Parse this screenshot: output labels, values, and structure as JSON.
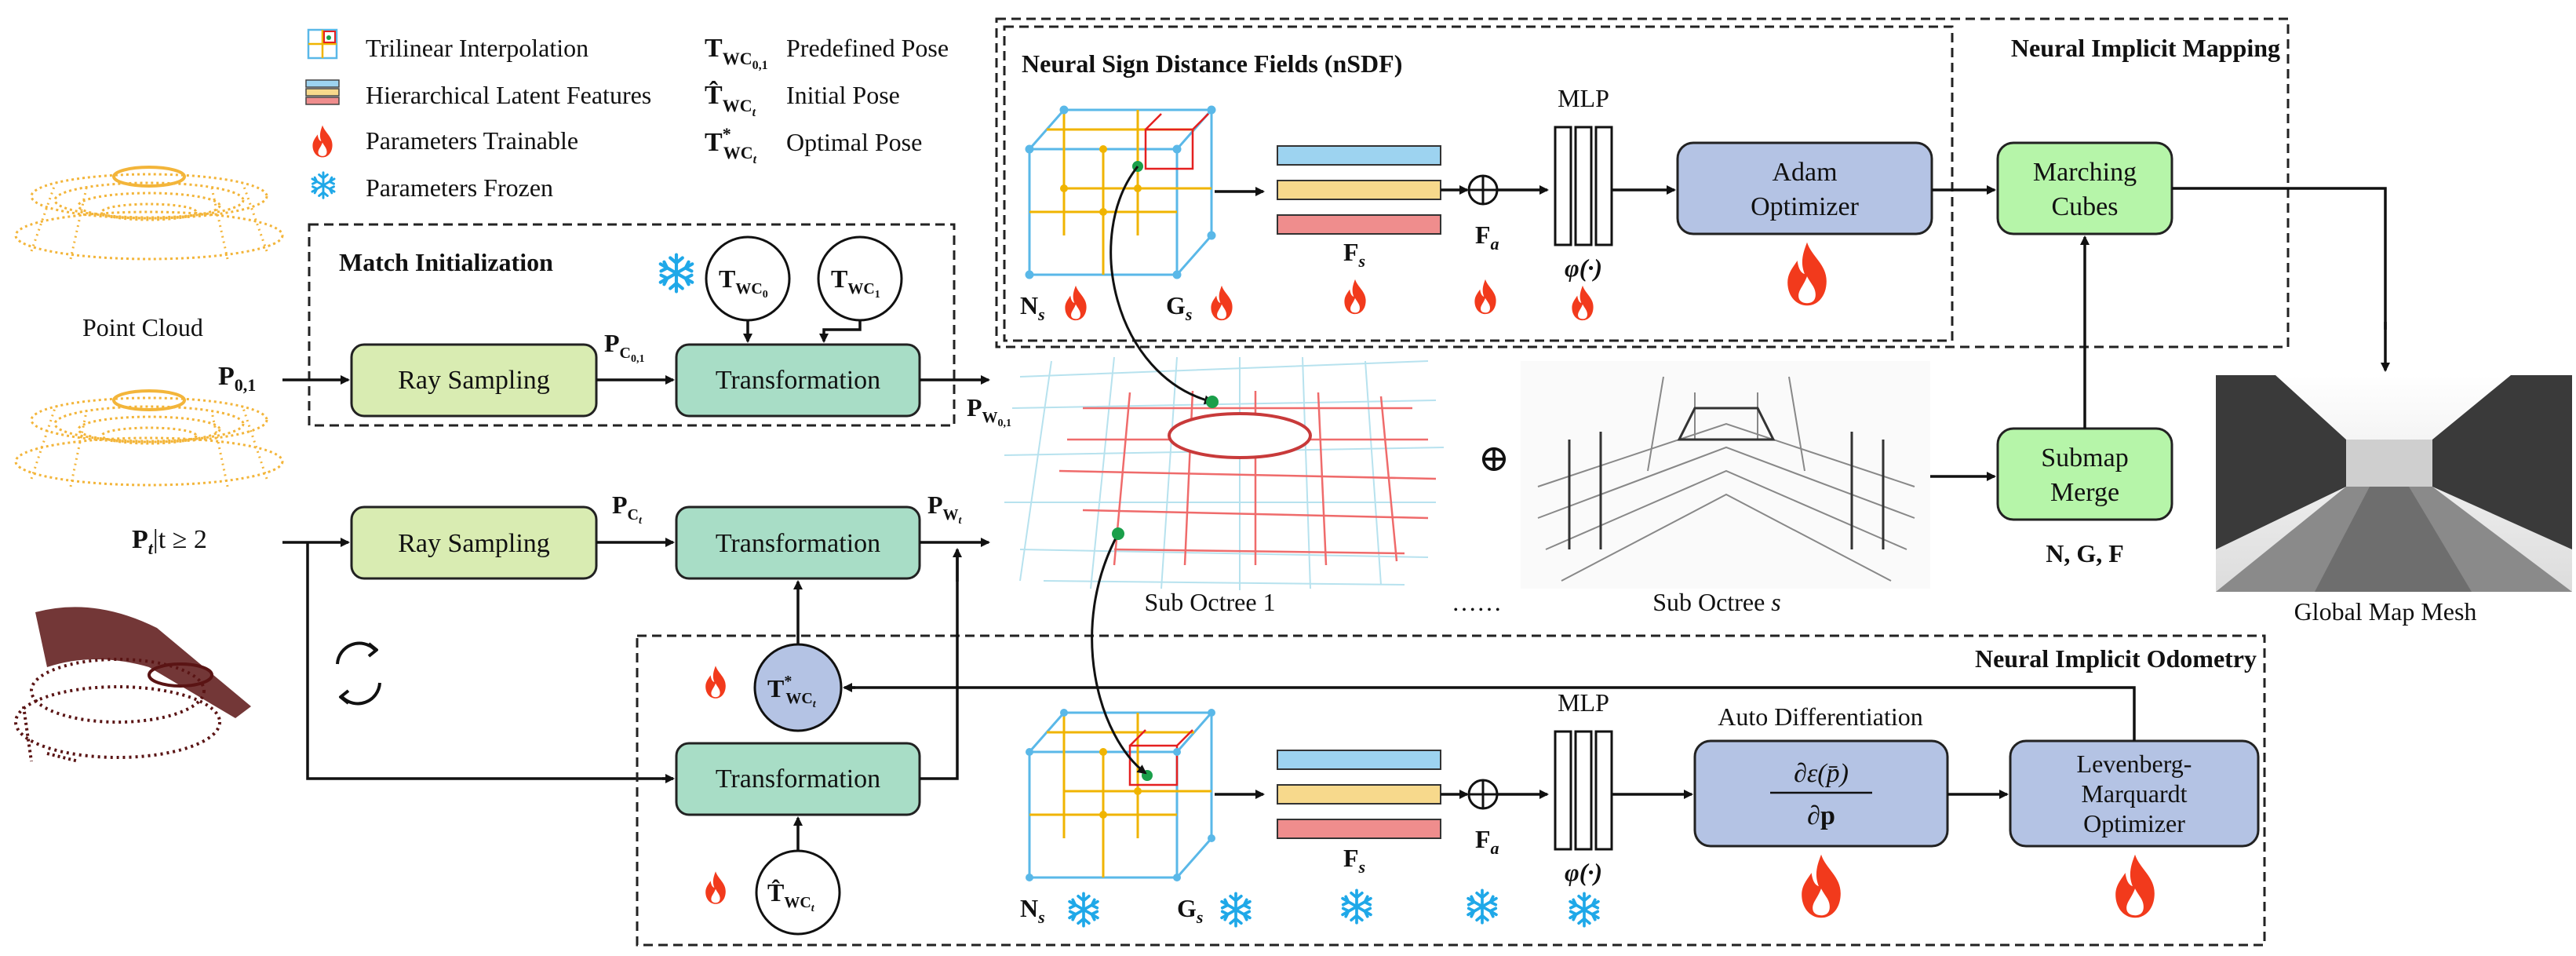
{
  "legend": {
    "trilinear": "Trilinear Interpolation",
    "hierarchical": "Hierarchical Latent Features",
    "trainable": "Parameters Trainable",
    "frozen": "Parameters Frozen",
    "pose_predefined_sym": "T",
    "pose_predefined_sub": "WC",
    "pose_predefined_subsub": "0,1",
    "pose_predefined": "Predefined Pose",
    "pose_initial_sym": "T̂",
    "pose_initial_sub": "WC",
    "pose_initial_subsub": "t",
    "pose_initial": "Initial Pose",
    "pose_optimal_sym": "T",
    "pose_optimal_sup": "*",
    "pose_optimal_sub": "WC",
    "pose_optimal_subsub": "t",
    "pose_optimal": "Optimal Pose"
  },
  "inputs": {
    "point_cloud": "Point Cloud",
    "p01": "P",
    "p01_sub": "0,1",
    "pt": "P",
    "pt_cond": "|t ≥ 2"
  },
  "match_init": {
    "title": "Match Initialization",
    "ray_sampling": "Ray Sampling",
    "transformation": "Transformation",
    "pc01": "P",
    "pc01_sub": "C",
    "pc01_subsub": "0,1",
    "pw01": "P",
    "pw01_sub": "W",
    "pw01_subsub": "0,1",
    "twc0_sym": "T",
    "twc0_sub": "WC",
    "twc0_subsub": "0",
    "twc1_sym": "T",
    "twc1_sub": "WC",
    "twc1_subsub": "1"
  },
  "tracking": {
    "ray_sampling": "Ray Sampling",
    "transformation_top": "Transformation",
    "transformation_bottom": "Transformation",
    "pct": "P",
    "pct_sub": "C",
    "pct_subsub": "t",
    "pwt": "P",
    "pwt_sub": "W",
    "pwt_subsub": "t"
  },
  "mapping": {
    "title": "Neural Implicit Mapping",
    "nsdf_title": "Neural Sign Distance Fields (nSDF)",
    "mlp": "MLP",
    "adam": [
      "Adam",
      "Optimizer"
    ],
    "marching": [
      "Marching",
      "Cubes"
    ],
    "ns": "N",
    "ns_sub": "s",
    "gs": "G",
    "gs_sub": "s",
    "fs": "F",
    "fs_sub": "s",
    "fa": "F",
    "fa_sub": "a",
    "phi": "φ(·)"
  },
  "octree": {
    "sub1": "Sub Octree 1",
    "dots": "……",
    "subs_prefix": "Sub Octree ",
    "subs_var": "s",
    "oplus": "⊕"
  },
  "merge": {
    "submap": [
      "Submap",
      "Merge"
    ],
    "ngf": "N, G, F",
    "global_mesh": "Global Map Mesh"
  },
  "odometry": {
    "title": "Neural Implicit Odometry",
    "mlp": "MLP",
    "auto_diff": "Auto Differentiation",
    "grad_num": "∂ε(p̄)",
    "grad_den": "∂p",
    "lm": [
      "Levenberg-",
      "Marquardt",
      "Optimizer"
    ],
    "ns": "N",
    "ns_sub": "s",
    "gs": "G",
    "gs_sub": "s",
    "fs": "F",
    "fs_sub": "s",
    "fa": "F",
    "fa_sub": "a",
    "phi": "φ(·)"
  },
  "colors": {
    "ray_green": "#d9ecb2",
    "transform_teal": "#a8ddc6",
    "bright_green": "#b6f5a9",
    "optimizer_blue": "#b4c3e4",
    "flame": "#f23a1c",
    "snow": "#1fa8e8",
    "feature_blue": "#9dd3f0",
    "feature_yellow": "#f7d98c",
    "feature_red": "#ef8d8d",
    "lidar_orange": "#f3b53a",
    "scan_brown": "#5a1414"
  },
  "icons": [
    "trilinear-grid-icon",
    "hierarchical-features-icon",
    "flame-icon",
    "snowflake-icon",
    "cycle-icon",
    "oplus-icon"
  ]
}
